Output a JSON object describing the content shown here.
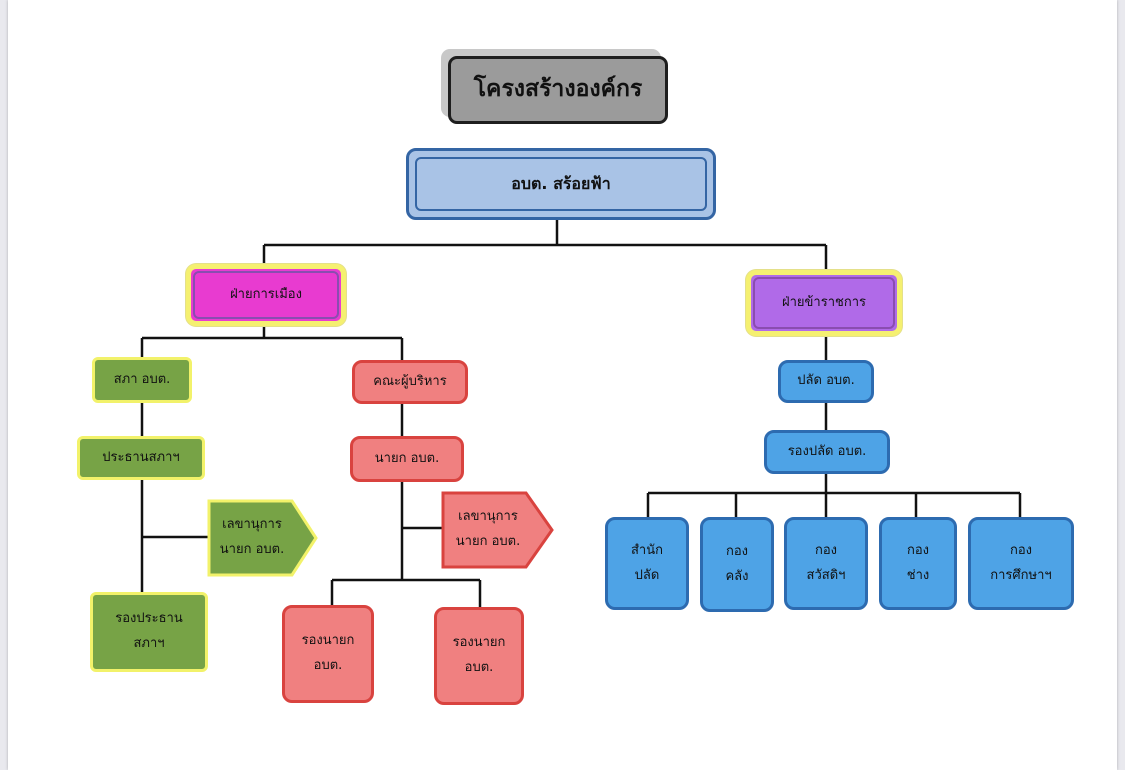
{
  "title": "โครงสร้างองค์กร",
  "root": "อบต. สร้อยฟ้า",
  "political": {
    "label": "ฝ่ายการเมือง",
    "council": "สภา อบต.",
    "council_chair": "ประธานสภาฯ",
    "council_secretary": [
      "เลขานุการ",
      "นายก อบต."
    ],
    "council_vice_chair": [
      "รองประธาน",
      "สภาฯ"
    ],
    "executive": "คณะผู้บริหาร",
    "mayor": "นายก อบต.",
    "mayor_secretary": [
      "เลขานุการ",
      "นายก อบต."
    ],
    "deputy_mayor_1": [
      "รองนายก",
      "อบต."
    ],
    "deputy_mayor_2": [
      "รองนายก",
      "อบต."
    ]
  },
  "civil": {
    "label": "ฝ่ายข้าราชการ",
    "clerk": "ปลัด อบต.",
    "deputy_clerk": "รองปลัด อบต.",
    "departments": [
      [
        "สำนัก",
        "ปลัด"
      ],
      [
        "กอง",
        "คลัง"
      ],
      [
        "กอง",
        "สวัสดิฯ"
      ],
      [
        "กอง",
        "ช่าง"
      ],
      [
        "กอง",
        "การศึกษาฯ"
      ]
    ]
  },
  "colors": {
    "line": "#111111",
    "title_fill": "#9b9b9b",
    "root_fill": "#a9c3e6",
    "political_fill": "#e83bd0",
    "civil_fill": "#b06ae8",
    "council_fill": "#77a346",
    "executive_fill": "#f08080",
    "department_fill": "#4ea3e6"
  }
}
